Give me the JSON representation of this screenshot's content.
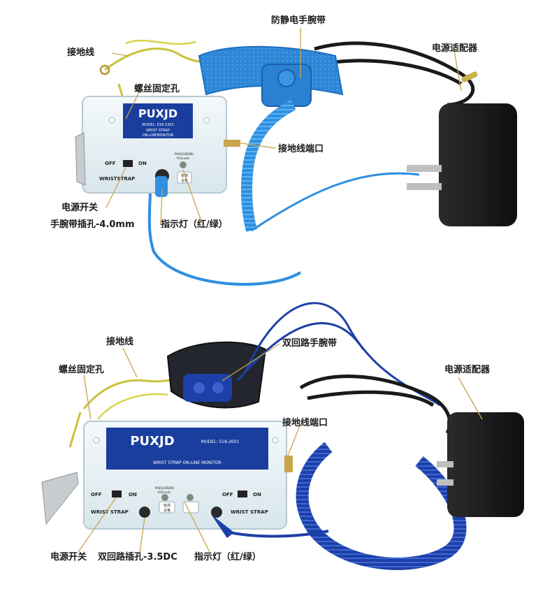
{
  "top": {
    "brand": "PUXJD",
    "model": "MODEL: 518-1301",
    "product_line1": "WRIST STRAP",
    "product_line2": "ON-LINEMONITOR",
    "switch_off": "OFF",
    "switch_on": "ON",
    "jack_label": "WRISTSTRAP",
    "pass_fail_1": "PASS(GREEN)",
    "pass_fail_2": "FAIL(red)",
    "test_label": "检测",
    "ok_label": "合格",
    "callouts": {
      "ground_wire": "接地线",
      "wrist_strap": "防静电手腕带",
      "power_adapter": "电源适配器",
      "screw_hole": "螺丝固定孔",
      "ground_port": "接地线端口",
      "power_switch": "电源开关",
      "wrist_jack": "手腕带插孔-4.0mm",
      "indicator": "指示灯（红/绿）"
    }
  },
  "bottom": {
    "brand": "PUXJD",
    "model": "MODEL: 518-2601",
    "product_line": "WRIST STRAP ON-LINE MONITOR",
    "switch_off_left": "OFF",
    "switch_on_left": "ON",
    "jack_label_left": "WRIST STRAP",
    "pass_fail_1": "PASS(GREEN)",
    "pass_fail_2": "FAIL(red)",
    "test_label": "检测",
    "ok_label": "合格",
    "switch_off_right": "OFF",
    "switch_on_right": "ON",
    "jack_label_right": "WRIST STRAP",
    "callouts": {
      "ground_wire": "接地线",
      "dual_strap": "双回路手腕带",
      "screw_hole": "螺丝固定孔",
      "power_adapter": "电源适配器",
      "ground_port": "接地线端口",
      "power_switch": "电源开关",
      "dual_jack": "双回路插孔-3.5DC",
      "indicator": "指示灯（红/绿）"
    }
  },
  "colors": {
    "device_body": "#e9f2f6",
    "label_blue": "#1a3e9e",
    "coil_top": "#2f8fe0",
    "coil_bottom": "#1d3fa8",
    "adapter": "#1c1c1c",
    "ground_wire": "#c8c23a"
  }
}
